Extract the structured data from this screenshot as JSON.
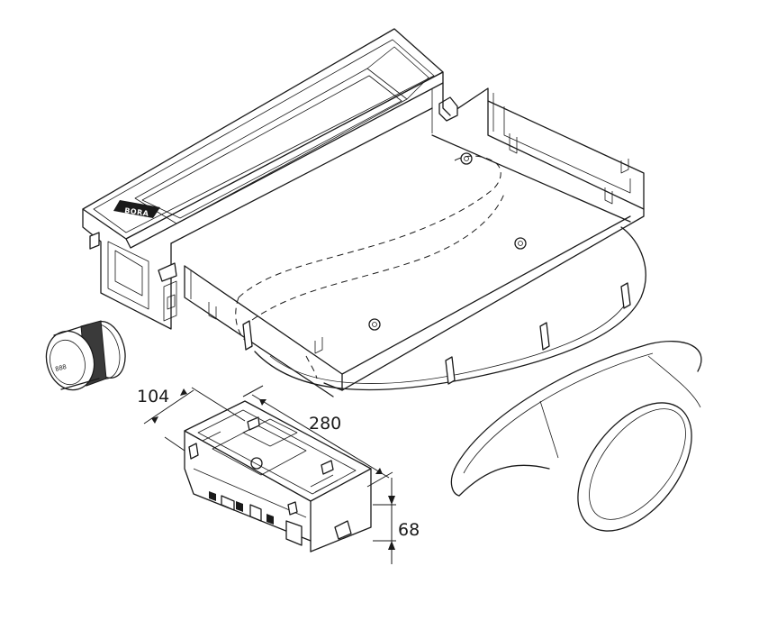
{
  "product_logo_text": "BORA",
  "display_readout": "888",
  "dimensions": {
    "depth_mm": "104",
    "length_mm": "280",
    "height_mm": "68"
  }
}
